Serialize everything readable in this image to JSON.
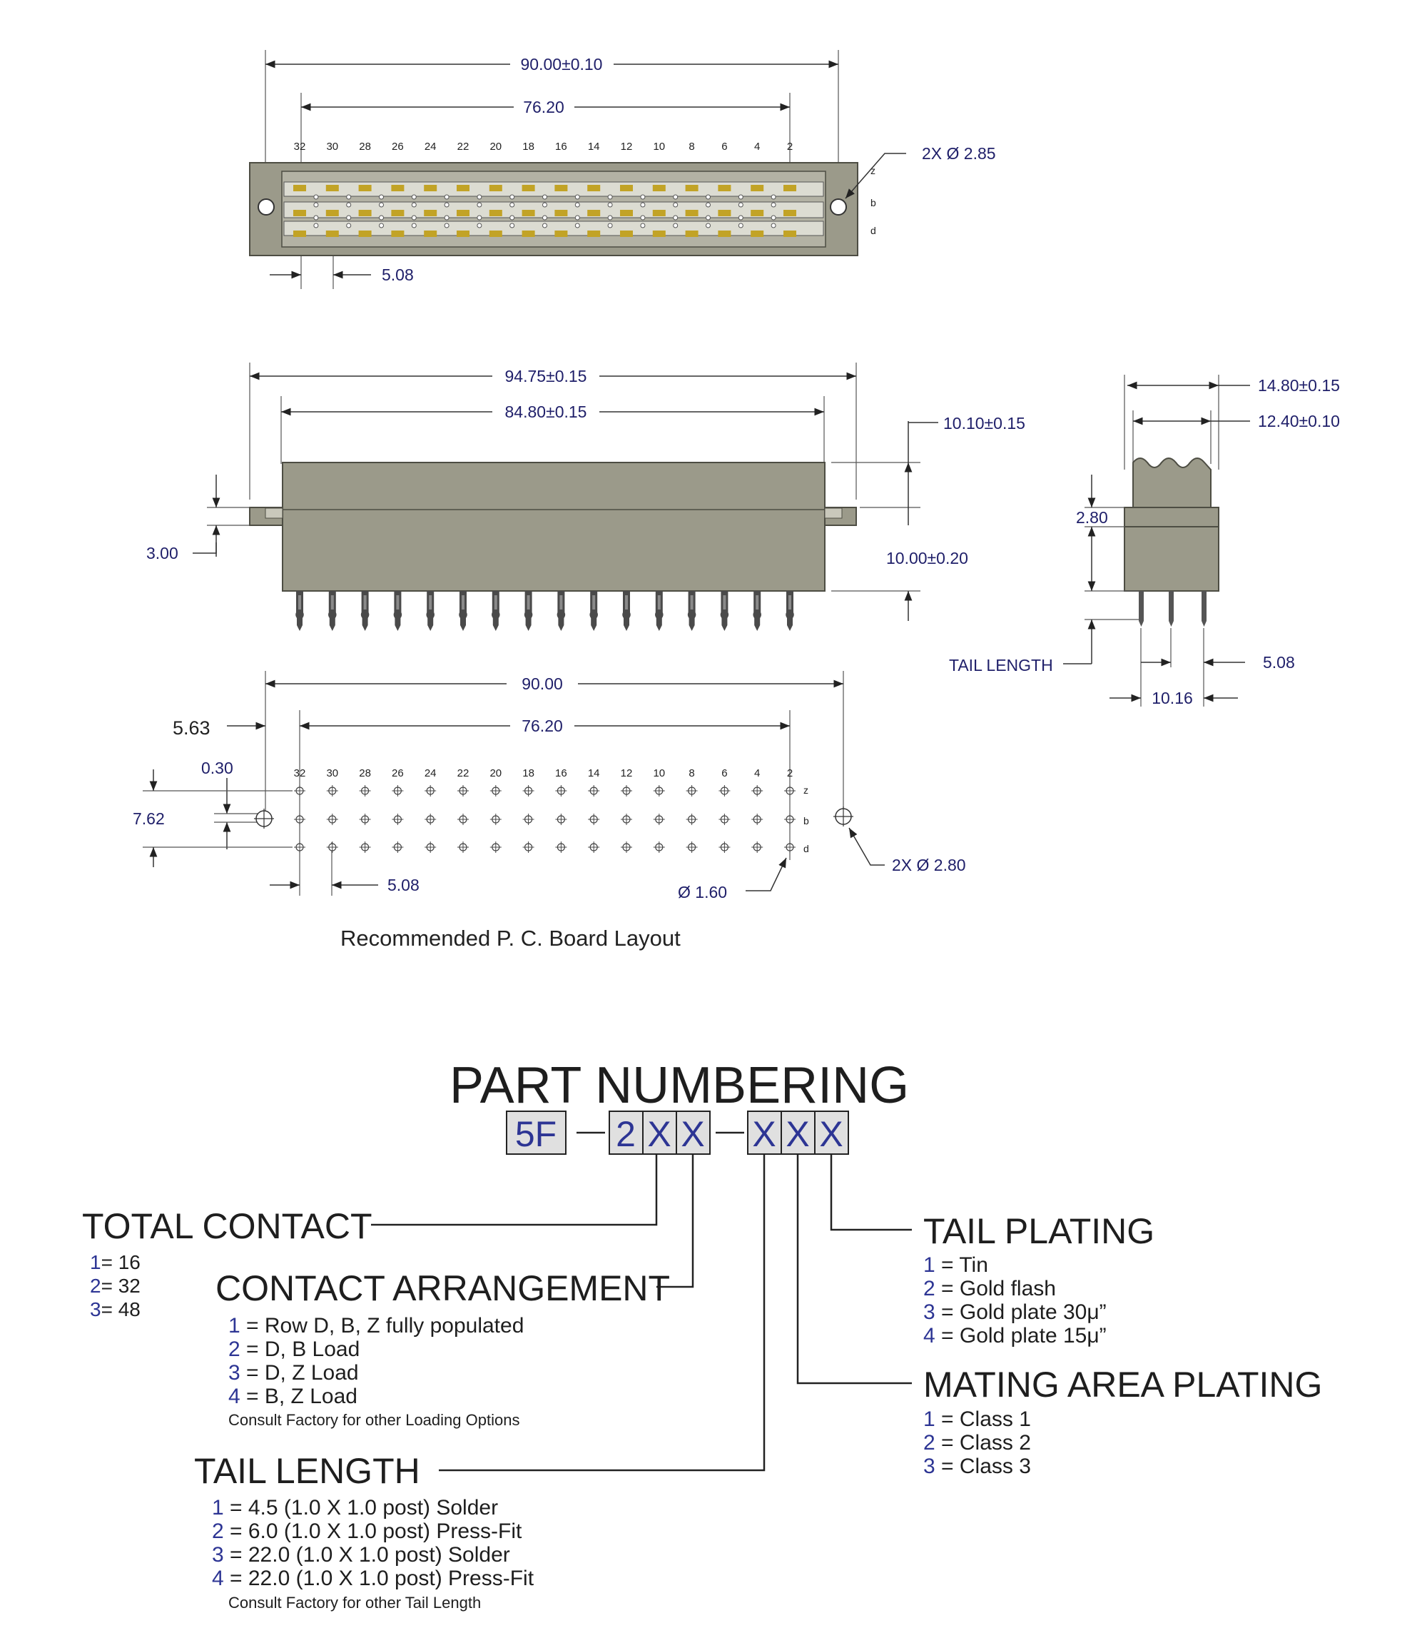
{
  "top_view": {
    "dim_overall": "90.00±0.10",
    "dim_pitch_span": "76.20",
    "dim_hole": "2X Ø 2.85",
    "dim_pitch": "5.08",
    "pin_numbers": [
      "32",
      "30",
      "28",
      "26",
      "24",
      "22",
      "20",
      "18",
      "16",
      "14",
      "12",
      "10",
      "8",
      "6",
      "4",
      "2"
    ],
    "row_labels": [
      "z",
      "b",
      "d"
    ]
  },
  "front_view": {
    "dim_width": "94.75±0.15",
    "dim_body": "84.80±0.15",
    "dim_height_top": "10.10±0.15",
    "dim_flange": "3.00",
    "dim_height": "10.00±0.20"
  },
  "side_view": {
    "dim_width": "14.80±0.15",
    "dim_inner": "12.40±0.10",
    "dim_step": "2.80",
    "tail_length_label": "TAIL LENGTH",
    "dim_pitch": "5.08",
    "dim_row_span": "10.16"
  },
  "pcb_layout": {
    "dim_overall": "90.00",
    "dim_offset": "5.63",
    "dim_pitch_span": "76.20",
    "dim_small": "0.30",
    "dim_row": "7.62",
    "dim_pitch": "5.08",
    "dim_pad": "Ø 1.60",
    "dim_hole": "2X Ø 2.80",
    "pin_numbers": [
      "32",
      "30",
      "28",
      "26",
      "24",
      "22",
      "20",
      "18",
      "16",
      "14",
      "12",
      "10",
      "8",
      "6",
      "4",
      "2"
    ],
    "row_labels": [
      "z",
      "b",
      "d"
    ],
    "caption": "Recommended P. C. Board Layout"
  },
  "part_numbering": {
    "title": "PART NUMBERING",
    "boxes": [
      "5F",
      "2",
      "X",
      "X",
      "X",
      "X",
      "X"
    ],
    "total_contact": {
      "title": "TOTAL CONTACT",
      "options": [
        {
          "num": "1",
          "text": "= 16"
        },
        {
          "num": "2",
          "text": "= 32"
        },
        {
          "num": "3",
          "text": "= 48"
        }
      ]
    },
    "contact_arrangement": {
      "title": "CONTACT ARRANGEMENT",
      "options": [
        {
          "num": "1",
          "text": " = Row D, B, Z fully populated"
        },
        {
          "num": "2",
          "text": " = D, B Load"
        },
        {
          "num": "3",
          "text": " = D, Z Load"
        },
        {
          "num": "4",
          "text": " = B, Z Load"
        }
      ],
      "note": "Consult Factory for other Loading Options"
    },
    "tail_length": {
      "title": "TAIL LENGTH",
      "options": [
        {
          "num": "1",
          "text": " = 4.5 (1.0 X 1.0 post)  Solder"
        },
        {
          "num": "2",
          "text": " = 6.0 (1.0 X 1.0 post)  Press-Fit"
        },
        {
          "num": "3",
          "text": " = 22.0 (1.0 X 1.0 post) Solder"
        },
        {
          "num": "4",
          "text": " = 22.0 (1.0 X 1.0 post) Press-Fit"
        }
      ],
      "note": "Consult Factory for other Tail Length"
    },
    "tail_plating": {
      "title": "TAIL PLATING",
      "options": [
        {
          "num": "1",
          "text": " = Tin"
        },
        {
          "num": "2",
          "text": " = Gold flash"
        },
        {
          "num": "3",
          "text": " = Gold plate 30μ”"
        },
        {
          "num": "4",
          "text": " = Gold plate 15μ”"
        }
      ]
    },
    "mating_area_plating": {
      "title": "MATING AREA PLATING",
      "options": [
        {
          "num": "1",
          "text": " = Class 1"
        },
        {
          "num": "2",
          "text": " = Class 2"
        },
        {
          "num": "3",
          "text": " = Class 3"
        }
      ]
    }
  },
  "colors": {
    "body": "#9b9a8a",
    "contact_gold": "#c2a326",
    "dimension_text": "#20206a",
    "option_number": "#2d3594"
  }
}
